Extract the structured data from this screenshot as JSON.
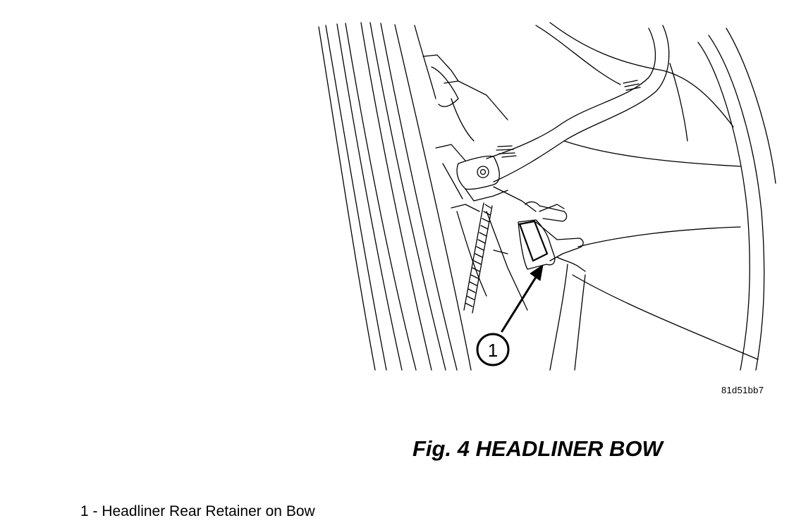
{
  "figure": {
    "image_id": "81d51bb7",
    "title": "Fig. 4 HEADLINER BOW",
    "callouts": [
      {
        "number": "1",
        "label": "Headliner Rear Retainer on Bow"
      }
    ]
  },
  "legend": {
    "items": [
      {
        "text": "1 - Headliner Rear Retainer on Bow"
      }
    ]
  }
}
